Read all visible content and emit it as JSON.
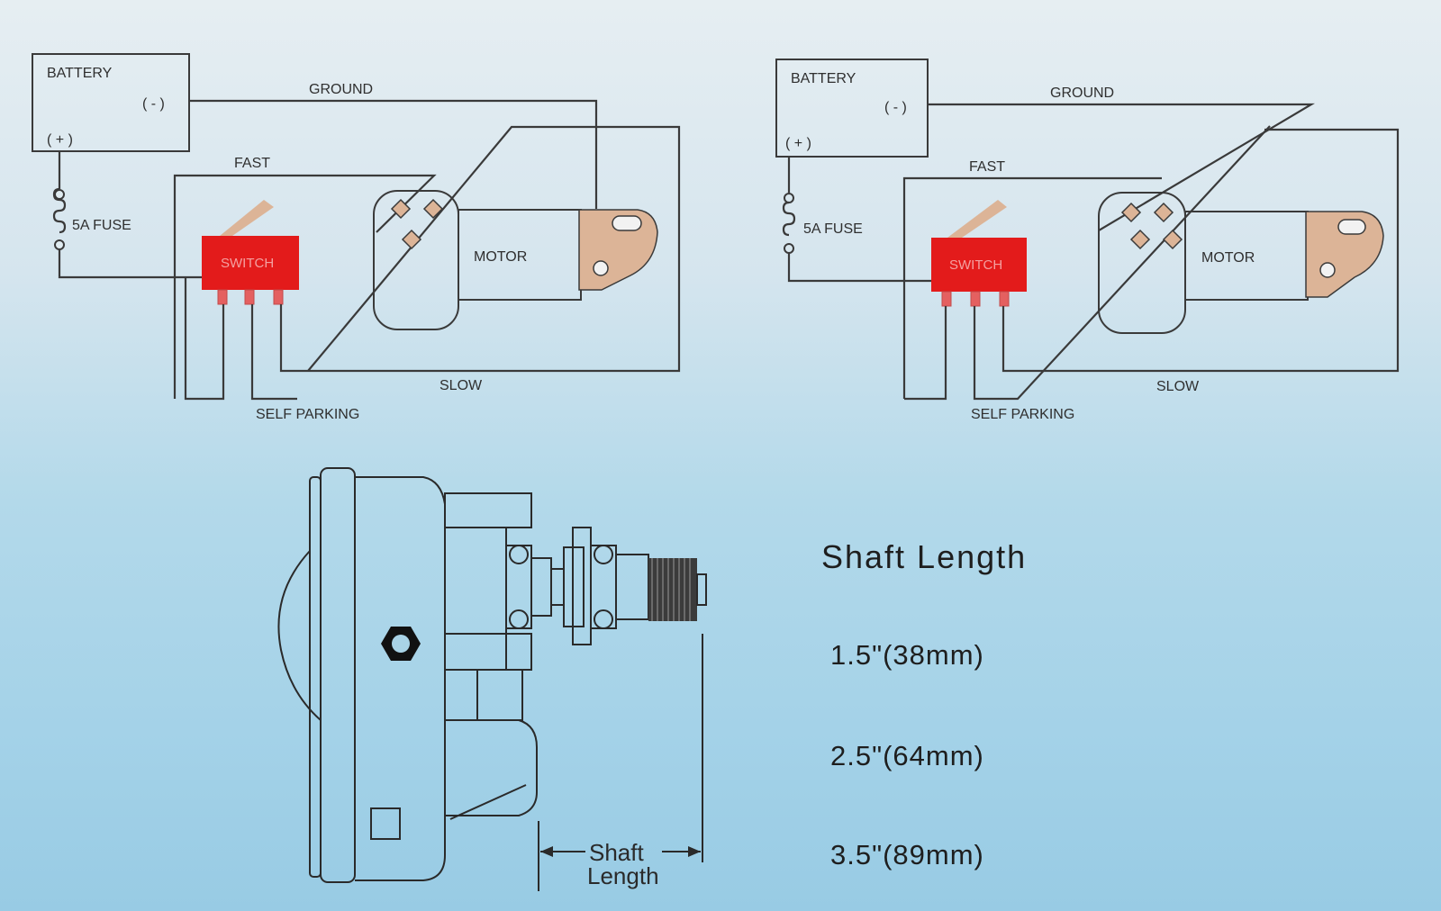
{
  "wiring_diagram": {
    "battery_label": "BATTERY",
    "neg_label": "( - )",
    "pos_label": "( + )",
    "ground_label": "GROUND",
    "fast_label": "FAST",
    "fuse_label": "5A FUSE",
    "switch_label": "SWITCH",
    "motor_label": "MOTOR",
    "slow_label": "SLOW",
    "self_parking_label": "SELF PARKING"
  },
  "shaft_length": {
    "title": "Shaft Length",
    "options": [
      "1.5\"(38mm)",
      "2.5\"(64mm)",
      "3.5\"(89mm)"
    ],
    "dimension_label_line1": "Shaft",
    "dimension_label_line2": "Length"
  },
  "colors": {
    "switch": "#e31b1b",
    "motor_bracket": "#dcb497",
    "line": "#3a3a3a"
  }
}
